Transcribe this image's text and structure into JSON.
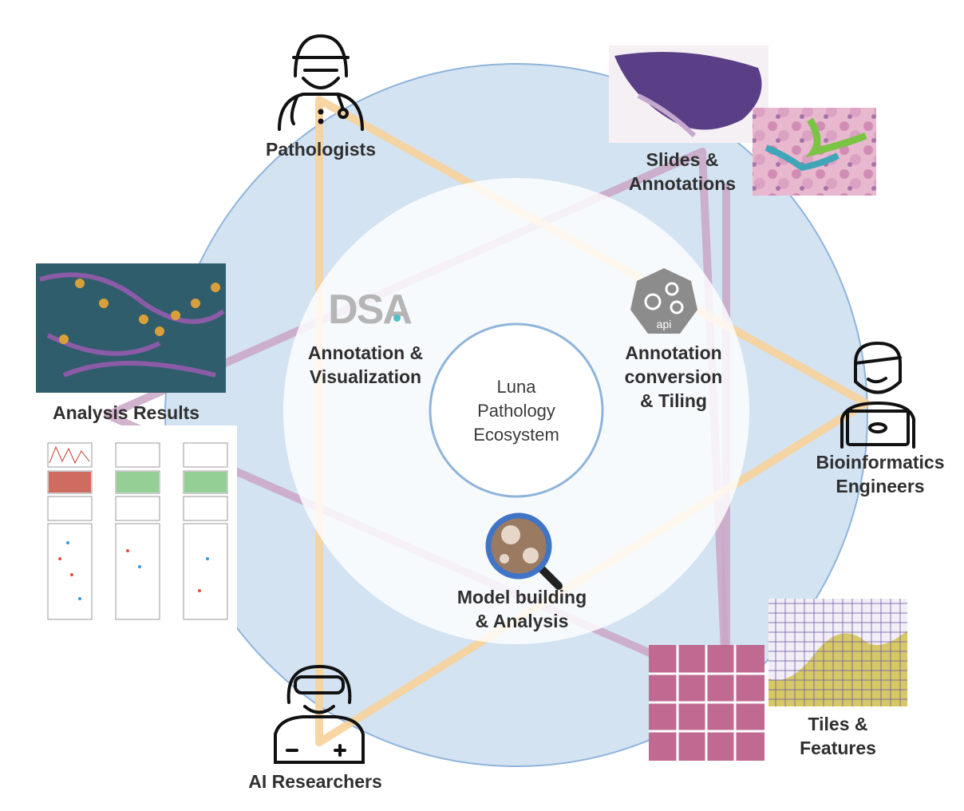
{
  "center": {
    "line1": "Luna",
    "line2": "Pathology",
    "line3": "Ecosystem"
  },
  "tools": {
    "dsa": {
      "logo": "DSA",
      "line1": "Annotation &",
      "line2": "Visualization"
    },
    "api": {
      "badge": "api",
      "line1": "Annotation",
      "line2": "conversion",
      "line3": "& Tiling"
    },
    "model": {
      "line1": "Model building",
      "line2": "& Analysis"
    }
  },
  "personas": {
    "pathologists": "Pathologists",
    "bioinformatics": {
      "line1": "Bioinformatics",
      "line2": "Engineers"
    },
    "ai_researchers": "AI Researchers"
  },
  "artifacts": {
    "slides": {
      "line1": "Slides &",
      "line2": "Annotations"
    },
    "tiles": {
      "line1": "Tiles &",
      "line2": "Features"
    },
    "analysis": "Analysis Results"
  },
  "colors": {
    "outer_circle": "#d3e3f2",
    "circle_stroke": "#8fb4db",
    "orange_line": "#f7d29a",
    "purple_line": "#c9a6c6",
    "dsa_gray": "#b5b5b5",
    "dsa_dot": "#4fc1c9"
  }
}
